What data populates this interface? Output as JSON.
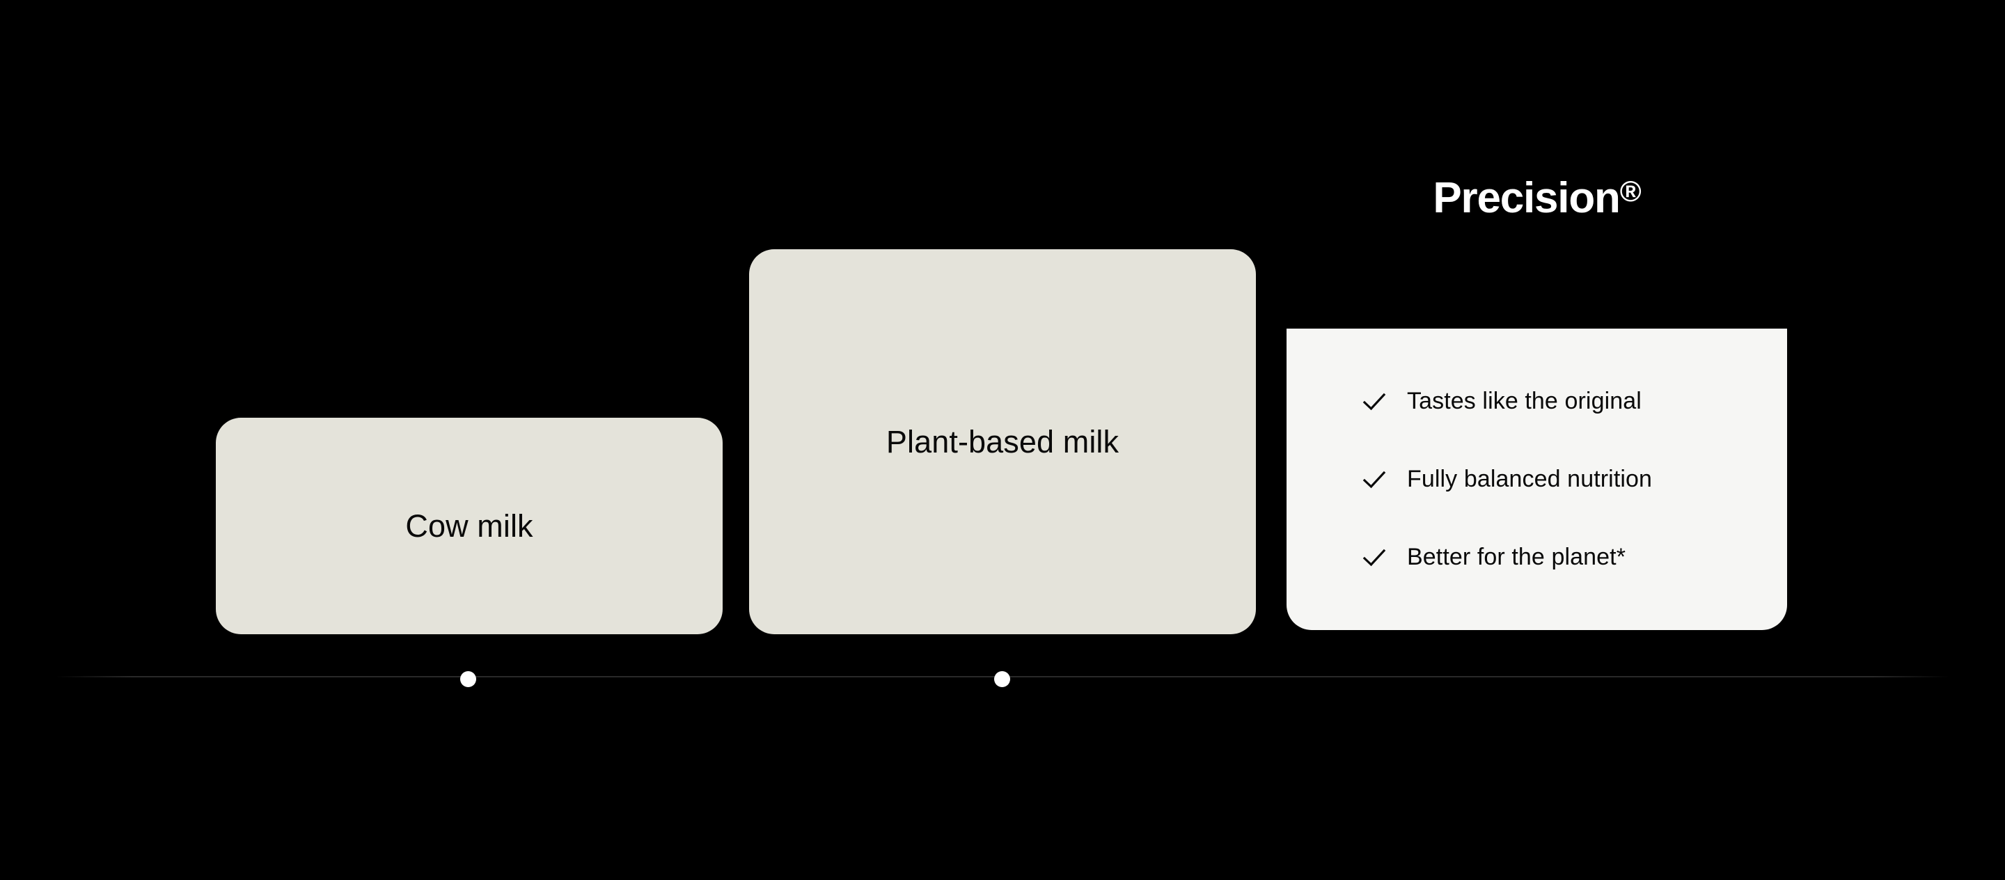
{
  "theme": {
    "background": "#000000",
    "card_fill": "#E4E3DA",
    "panel_fill": "#F6F6F4",
    "text_dark": "#0A0A0A",
    "text_light": "#FFFFFF",
    "dot_fill": "#FFFFFF"
  },
  "comparison": {
    "cards": [
      {
        "label": "Cow milk"
      },
      {
        "label": "Plant-based milk"
      }
    ],
    "indicators": [
      {
        "name": "cow-milk-dot"
      },
      {
        "name": "plant-based-milk-dot"
      }
    ]
  },
  "precision": {
    "title": "Precision",
    "trademark": "®",
    "benefits": [
      {
        "icon": "check-icon",
        "label": "Tastes like the original"
      },
      {
        "icon": "check-icon",
        "label": "Fully balanced nutrition"
      },
      {
        "icon": "check-icon",
        "label": "Better for the planet*"
      }
    ]
  }
}
